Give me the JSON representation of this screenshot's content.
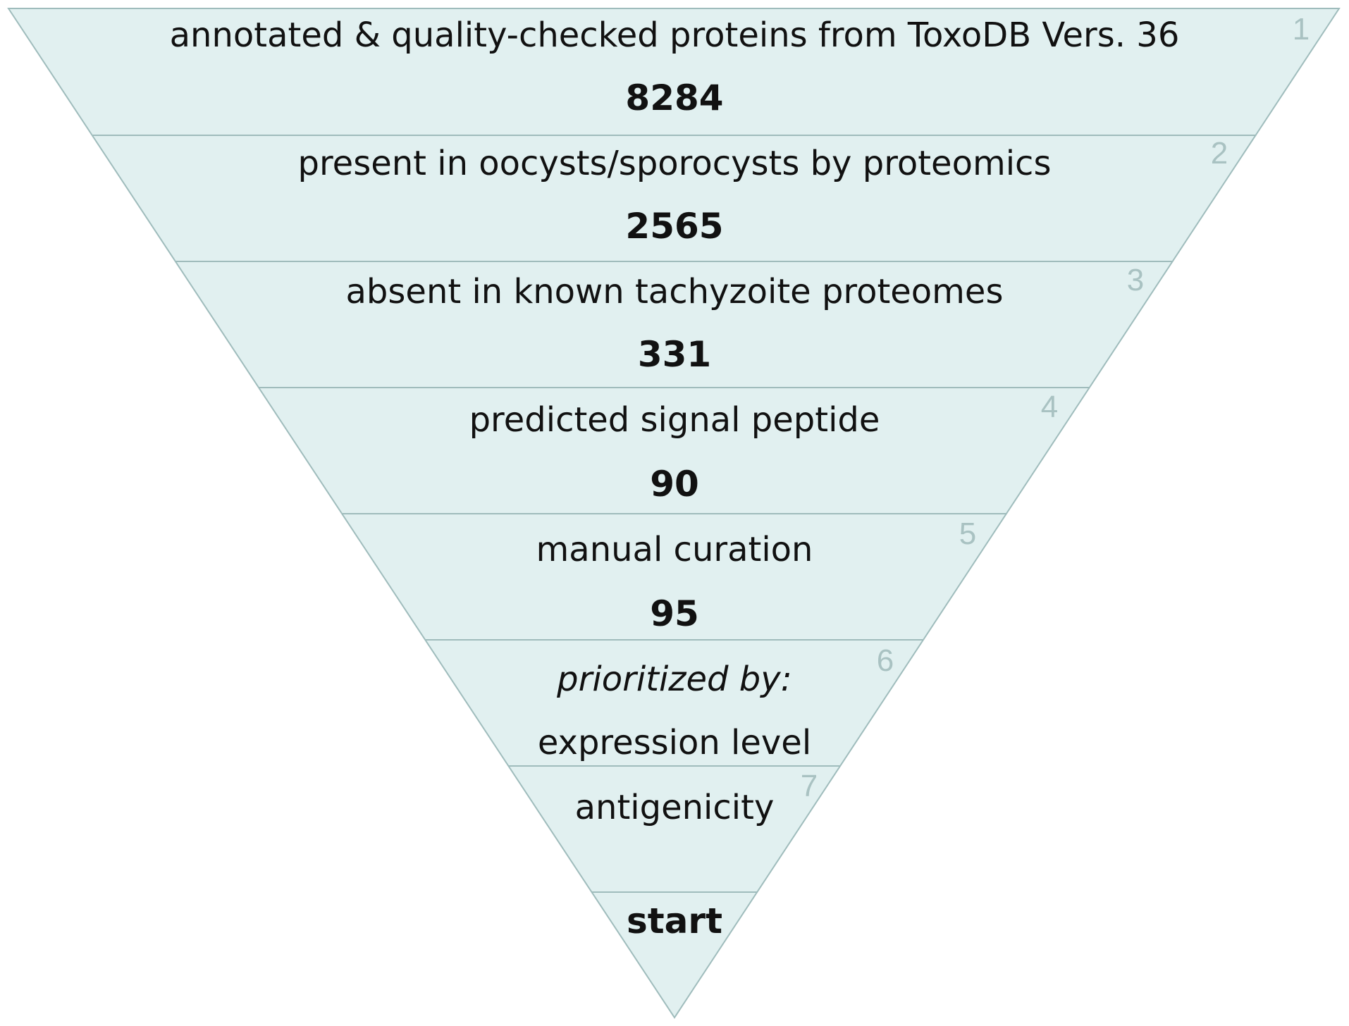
{
  "colors": {
    "fill": "#e1f0f0",
    "stroke": "#9fbcbc",
    "step_number": "#a9c2c2",
    "text": "#111111",
    "highlight": "#e8141b"
  },
  "steps": [
    {
      "number": "1",
      "label": "annotated & quality-checked proteins from ToxoDB Vers. 36",
      "count": "8284"
    },
    {
      "number": "2",
      "label": "present in oocysts/sporocysts by proteomics",
      "count": "2565"
    },
    {
      "number": "3",
      "label": "absent in known tachyzoite proteomes",
      "count": "331"
    },
    {
      "number": "4",
      "label": "predicted signal peptide",
      "count": "90"
    },
    {
      "number": "5",
      "label": "manual curation",
      "count": "95",
      "highlight": true
    },
    {
      "number": "6",
      "label": "prioritized by:",
      "detail": "expression level",
      "italic": true
    },
    {
      "number": "7",
      "label": "antigenicity"
    }
  ],
  "final_label": "start"
}
